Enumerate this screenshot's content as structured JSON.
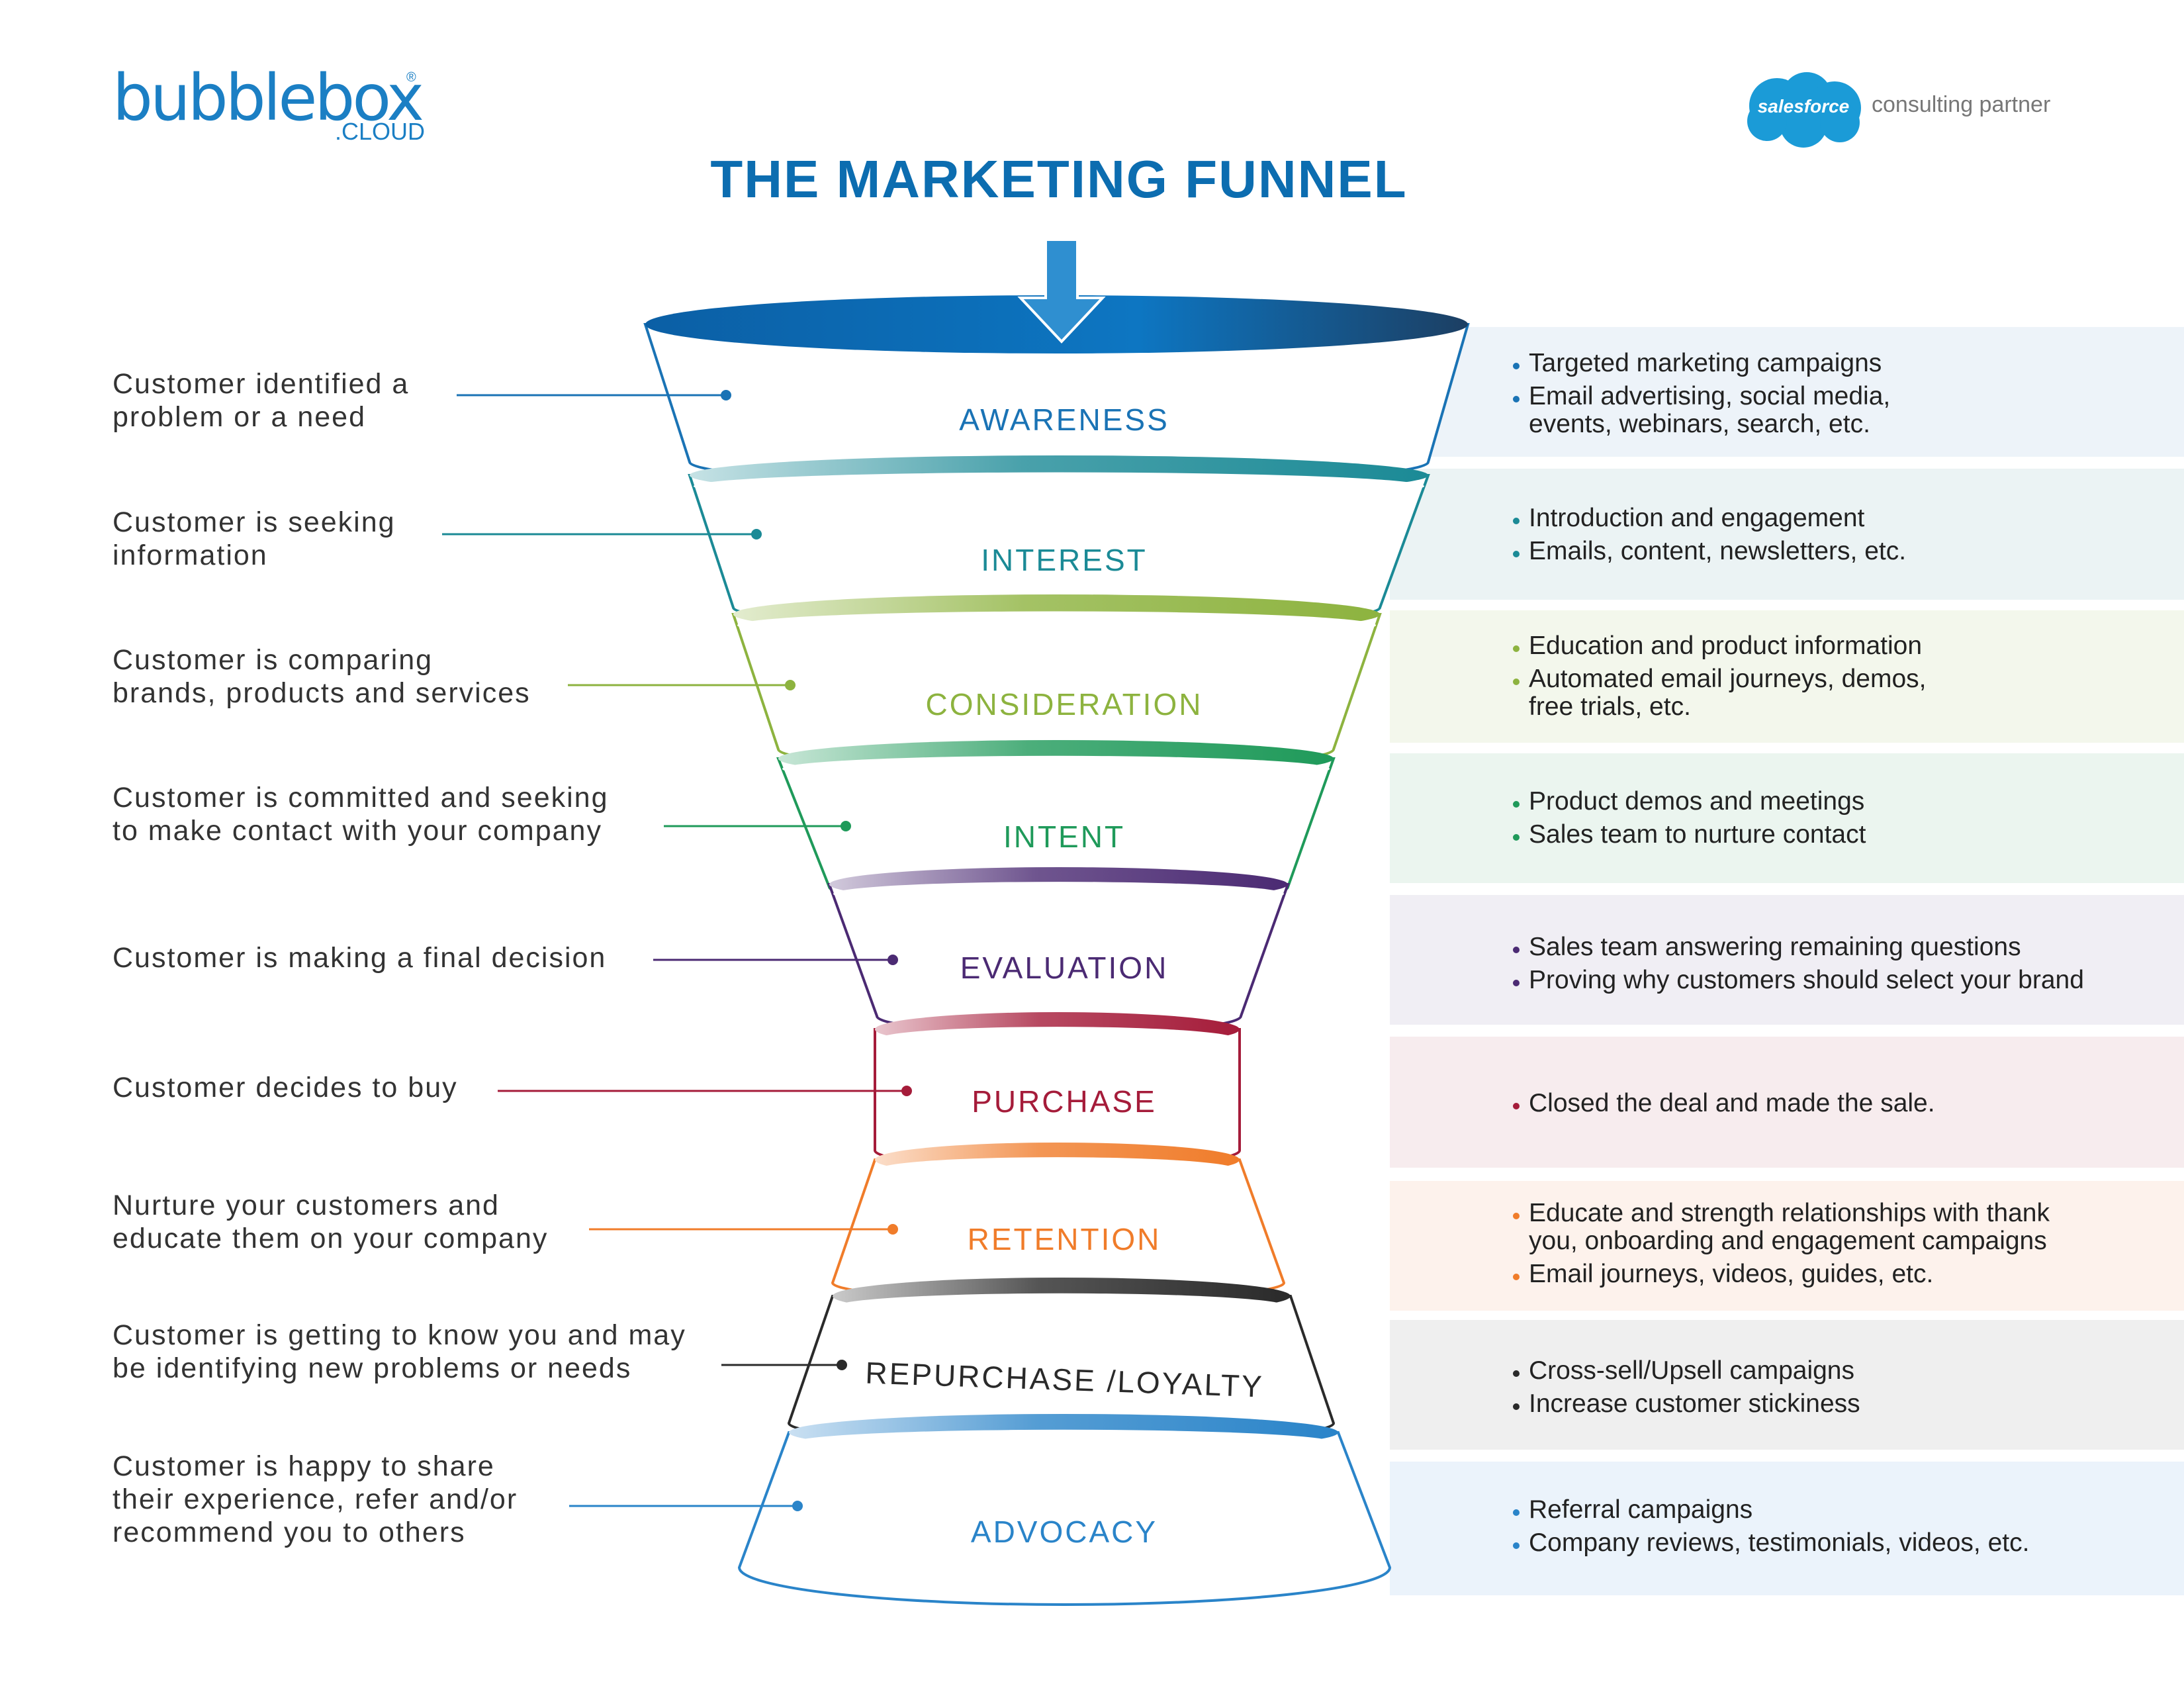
{
  "logo": {
    "name": "bubblebox",
    "sub": ".CLOUD",
    "reg": "®"
  },
  "partner": {
    "cloud_text": "salesforce",
    "text": "consulting partner"
  },
  "title": "THE MARKETING FUNNEL",
  "colors": {
    "title": "#0c6db0",
    "awareness": "#1a73b5",
    "interest": "#1b8a96",
    "consideration": "#8db33f",
    "intent": "#1f9a5a",
    "evaluation": "#4b2a73",
    "purchase": "#a51c3a",
    "retention": "#f07c2a",
    "loyalty": "#2a2a2a",
    "advocacy": "#2a84c9"
  },
  "stages": [
    {
      "label": "AWARENESS",
      "color": "#1a73b5",
      "band": "#edf3f9",
      "description": [
        "Customer identified a",
        "problem or a need"
      ],
      "actions": [
        [
          "Targeted marketing campaigns"
        ],
        [
          "Email advertising, social media,",
          "events, webinars, search, etc."
        ]
      ]
    },
    {
      "label": "INTEREST",
      "color": "#1b8a96",
      "band": "#ebf3f4",
      "description": [
        "Customer is seeking",
        "information"
      ],
      "actions": [
        [
          "Introduction and engagement"
        ],
        [
          "Emails, content, newsletters, etc."
        ]
      ]
    },
    {
      "label": "CONSIDERATION",
      "color": "#8db33f",
      "band": "#f3f7ec",
      "description": [
        "Customer is comparing",
        "brands, products and services"
      ],
      "actions": [
        [
          "Education and product information"
        ],
        [
          "Automated email journeys, demos,",
          "free trials, etc."
        ]
      ]
    },
    {
      "label": "INTENT",
      "color": "#1f9a5a",
      "band": "#ebf5ef",
      "description": [
        "Customer is committed and seeking",
        "to make contact with your company"
      ],
      "actions": [
        [
          "Product demos and meetings"
        ],
        [
          "Sales team to nurture contact"
        ]
      ]
    },
    {
      "label": "EVALUATION",
      "color": "#4b2a73",
      "band": "#f0eef4",
      "description": [
        "Customer is making a final decision"
      ],
      "actions": [
        [
          "Sales team answering remaining questions"
        ],
        [
          "Proving why customers should select your brand"
        ]
      ]
    },
    {
      "label": "PURCHASE",
      "color": "#a51c3a",
      "band": "#f7ecee",
      "description": [
        "Customer decides to buy"
      ],
      "actions": [
        [
          "Closed the deal and made the sale."
        ]
      ]
    },
    {
      "label": "RETENTION",
      "color": "#f07c2a",
      "band": "#fdf2ec",
      "description": [
        "Nurture your customers and",
        "educate them on your company"
      ],
      "actions": [
        [
          "Educate and strength relationships with thank",
          "you, onboarding and engagement campaigns"
        ],
        [
          "Email journeys, videos, guides, etc."
        ]
      ]
    },
    {
      "label": "REPURCHASE /LOYALTY",
      "color": "#2a2a2a",
      "band": "#efefef",
      "description": [
        "Customer is getting to know you and may",
        "be identifying new problems or needs"
      ],
      "actions": [
        [
          "Cross-sell/Upsell campaigns"
        ],
        [
          "Increase customer stickiness"
        ]
      ]
    },
    {
      "label": "ADVOCACY",
      "color": "#2a84c9",
      "band": "#ebf3fb",
      "description": [
        "Customer is happy to share",
        "their experience, refer and/or",
        "recommend you to others"
      ],
      "actions": [
        [
          "Referral campaigns"
        ],
        [
          "Company reviews, testimonials, videos, etc."
        ]
      ]
    }
  ]
}
